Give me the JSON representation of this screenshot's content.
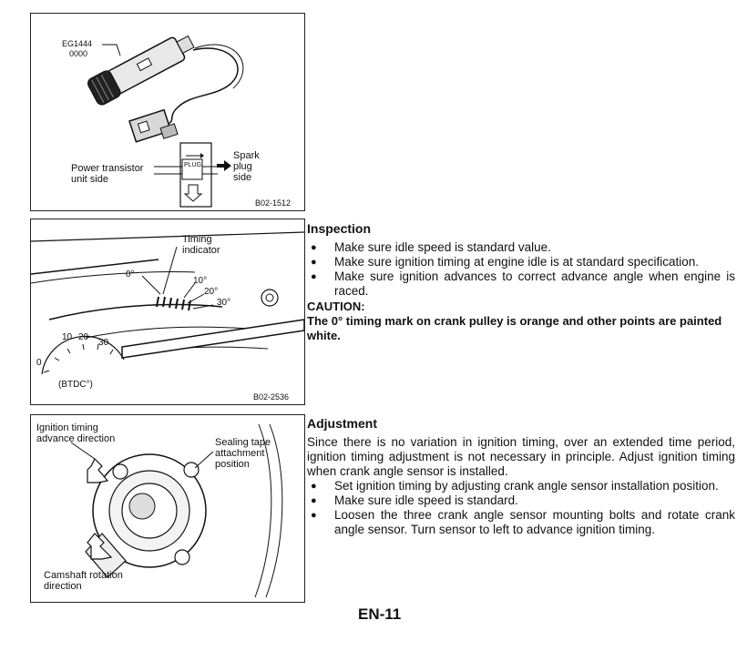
{
  "figure1": {
    "tool_code_1": "EG1444",
    "tool_code_2": "0000",
    "plug_label": "PLUG",
    "left_label": "Power transistor\nunit side",
    "right_label": "Spark\nplug\nside",
    "figure_id": "B02-1512"
  },
  "figure2": {
    "timing_indicator": "Timing\nindicator",
    "mark_0": "0°",
    "mark_10": "10°",
    "mark_20": "20°",
    "mark_30": "30°",
    "gauge_10": "10",
    "gauge_20": "20",
    "gauge_30": "30",
    "gauge_0": "0",
    "gauge_unit": "(BTDC°)",
    "figure_id": "B02-2536"
  },
  "figure3": {
    "advance_label": "Ignition timing\nadvance direction",
    "sealing_label": "Sealing tape\nattachment\nposition",
    "camshaft_label": "Camshaft rotation\ndirection"
  },
  "inspection": {
    "heading": "Inspection",
    "bullets": [
      "Make sure idle speed is standard value.",
      "Make sure ignition timing at engine idle is at standard specification.",
      "Make sure ignition advances to correct advance angle when engine is raced."
    ],
    "caution_title": "CAUTION:",
    "caution_body": "The 0° timing mark on crank pulley is orange and other points are painted white."
  },
  "adjustment": {
    "heading": "Adjustment",
    "intro": "Since there is no variation in ignition timing, over an extended time period, ignition timing adjustment is not necessary in principle. Adjust ignition timing when crank angle sensor is installed.",
    "bullets": [
      "Set ignition timing by adjusting crank angle sensor installation position.",
      "Make sure idle speed is standard.",
      "Loosen the three crank angle sensor mounting bolts and rotate crank angle sensor. Turn sensor to left to advance ignition timing."
    ]
  },
  "page_number": "EN-11"
}
